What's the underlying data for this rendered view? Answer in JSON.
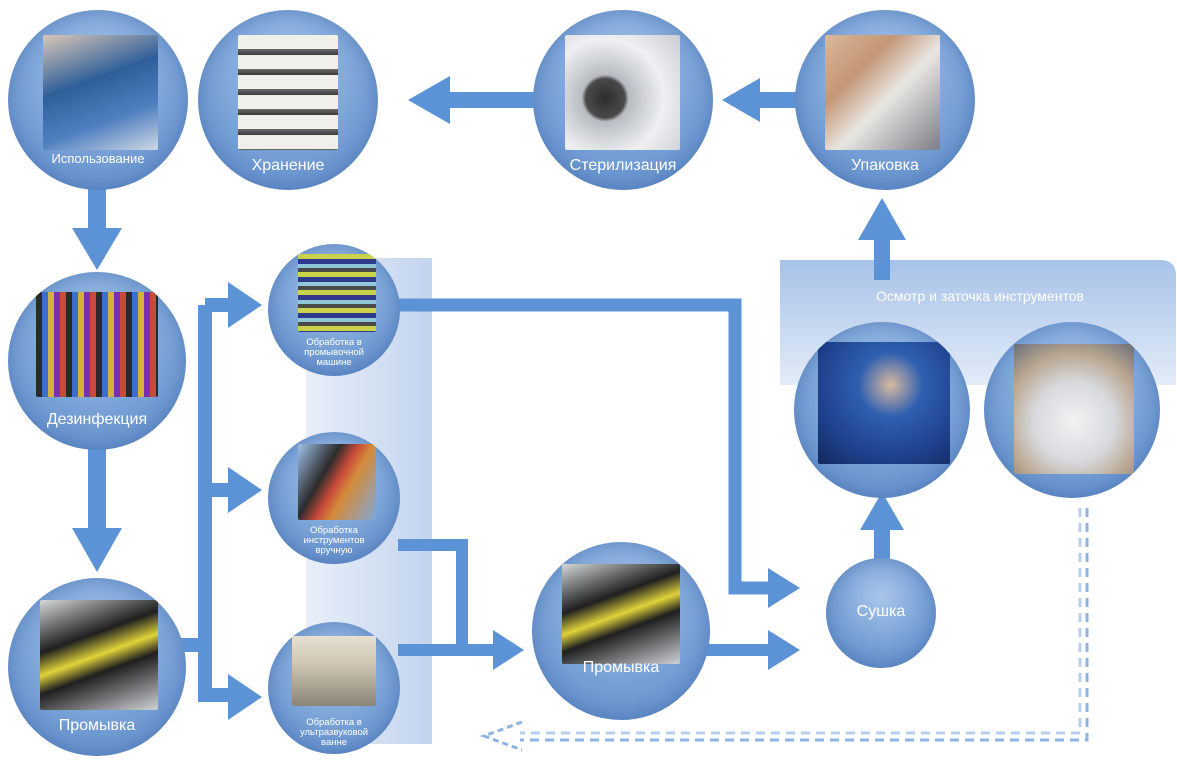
{
  "colors": {
    "arrow": "#5b93d6",
    "node_light": "#a9c6ea",
    "node_dark": "#5583c4",
    "panel": "#c9d8f0",
    "dashed": "#8fb4e3"
  },
  "nodes": {
    "use": "Использование",
    "storage": "Хранение",
    "sterilization": "Стерилизация",
    "packaging": "Упаковка",
    "disinfection": "Дезинфекция",
    "rinse_left": "Промывка",
    "machine_line1": "Обработка в",
    "machine_line2": "промывочной",
    "machine_line3": "машине",
    "manual_line1": "Обработка",
    "manual_line2": "инструментов",
    "manual_line3": "вручную",
    "ultra_line1": "Обработка в",
    "ultra_line2": "ультразвуковой",
    "ultra_line3": "ванне",
    "rinse_mid": "Промывка",
    "drying": "Сушка"
  },
  "inspection_panel": {
    "label": "Осмотр и заточка инструментов"
  }
}
